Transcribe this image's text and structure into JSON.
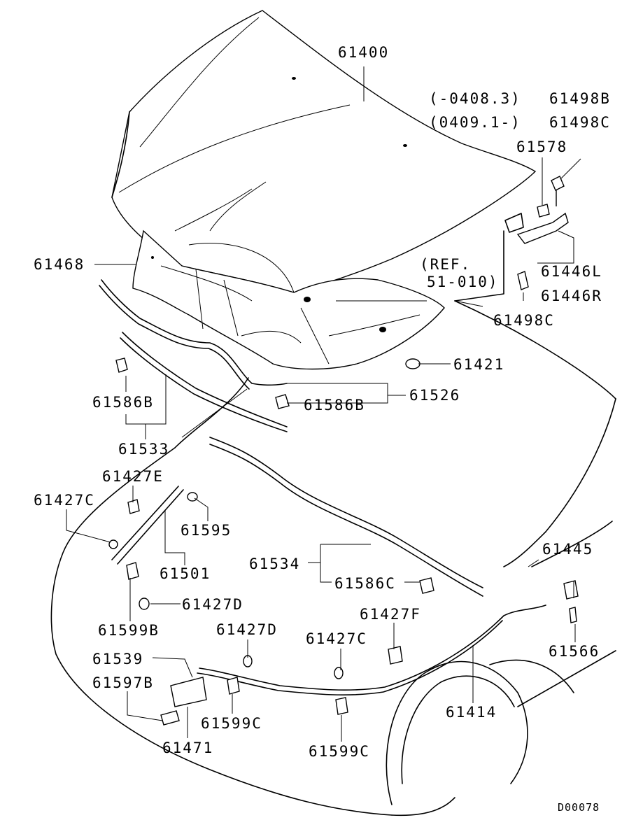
{
  "diagram_code": "D00078",
  "labels": {
    "hood": "61400",
    "range_early": "(-0408.3)",
    "range_late": "(0409.1-)",
    "p61498b": "61498B",
    "p61498c_top": "61498C",
    "p61578": "61578",
    "ref_line1": "(REF.",
    "ref_line2": "51-010)",
    "p61446l": "61446L",
    "p61446r": "61446R",
    "p61498c_bottom": "61498C",
    "p61468": "61468",
    "p61421": "61421",
    "p61586b_left": "61586B",
    "p61586b_right": "61586B",
    "p61526": "61526",
    "p61533": "61533",
    "p61427e": "61427E",
    "p61427c_left": "61427C",
    "p61595": "61595",
    "p61501": "61501",
    "p61534": "61534",
    "p61586c": "61586C",
    "p61445": "61445",
    "p61427d_left": "61427D",
    "p61599b": "61599B",
    "p61427f": "61427F",
    "p61427d_mid": "61427D",
    "p61427c_mid": "61427C",
    "p61566": "61566",
    "p61539": "61539",
    "p61597b": "61597B",
    "p61599c_left": "61599C",
    "p61599c_right": "61599C",
    "p61471": "61471",
    "p61414": "61414"
  }
}
